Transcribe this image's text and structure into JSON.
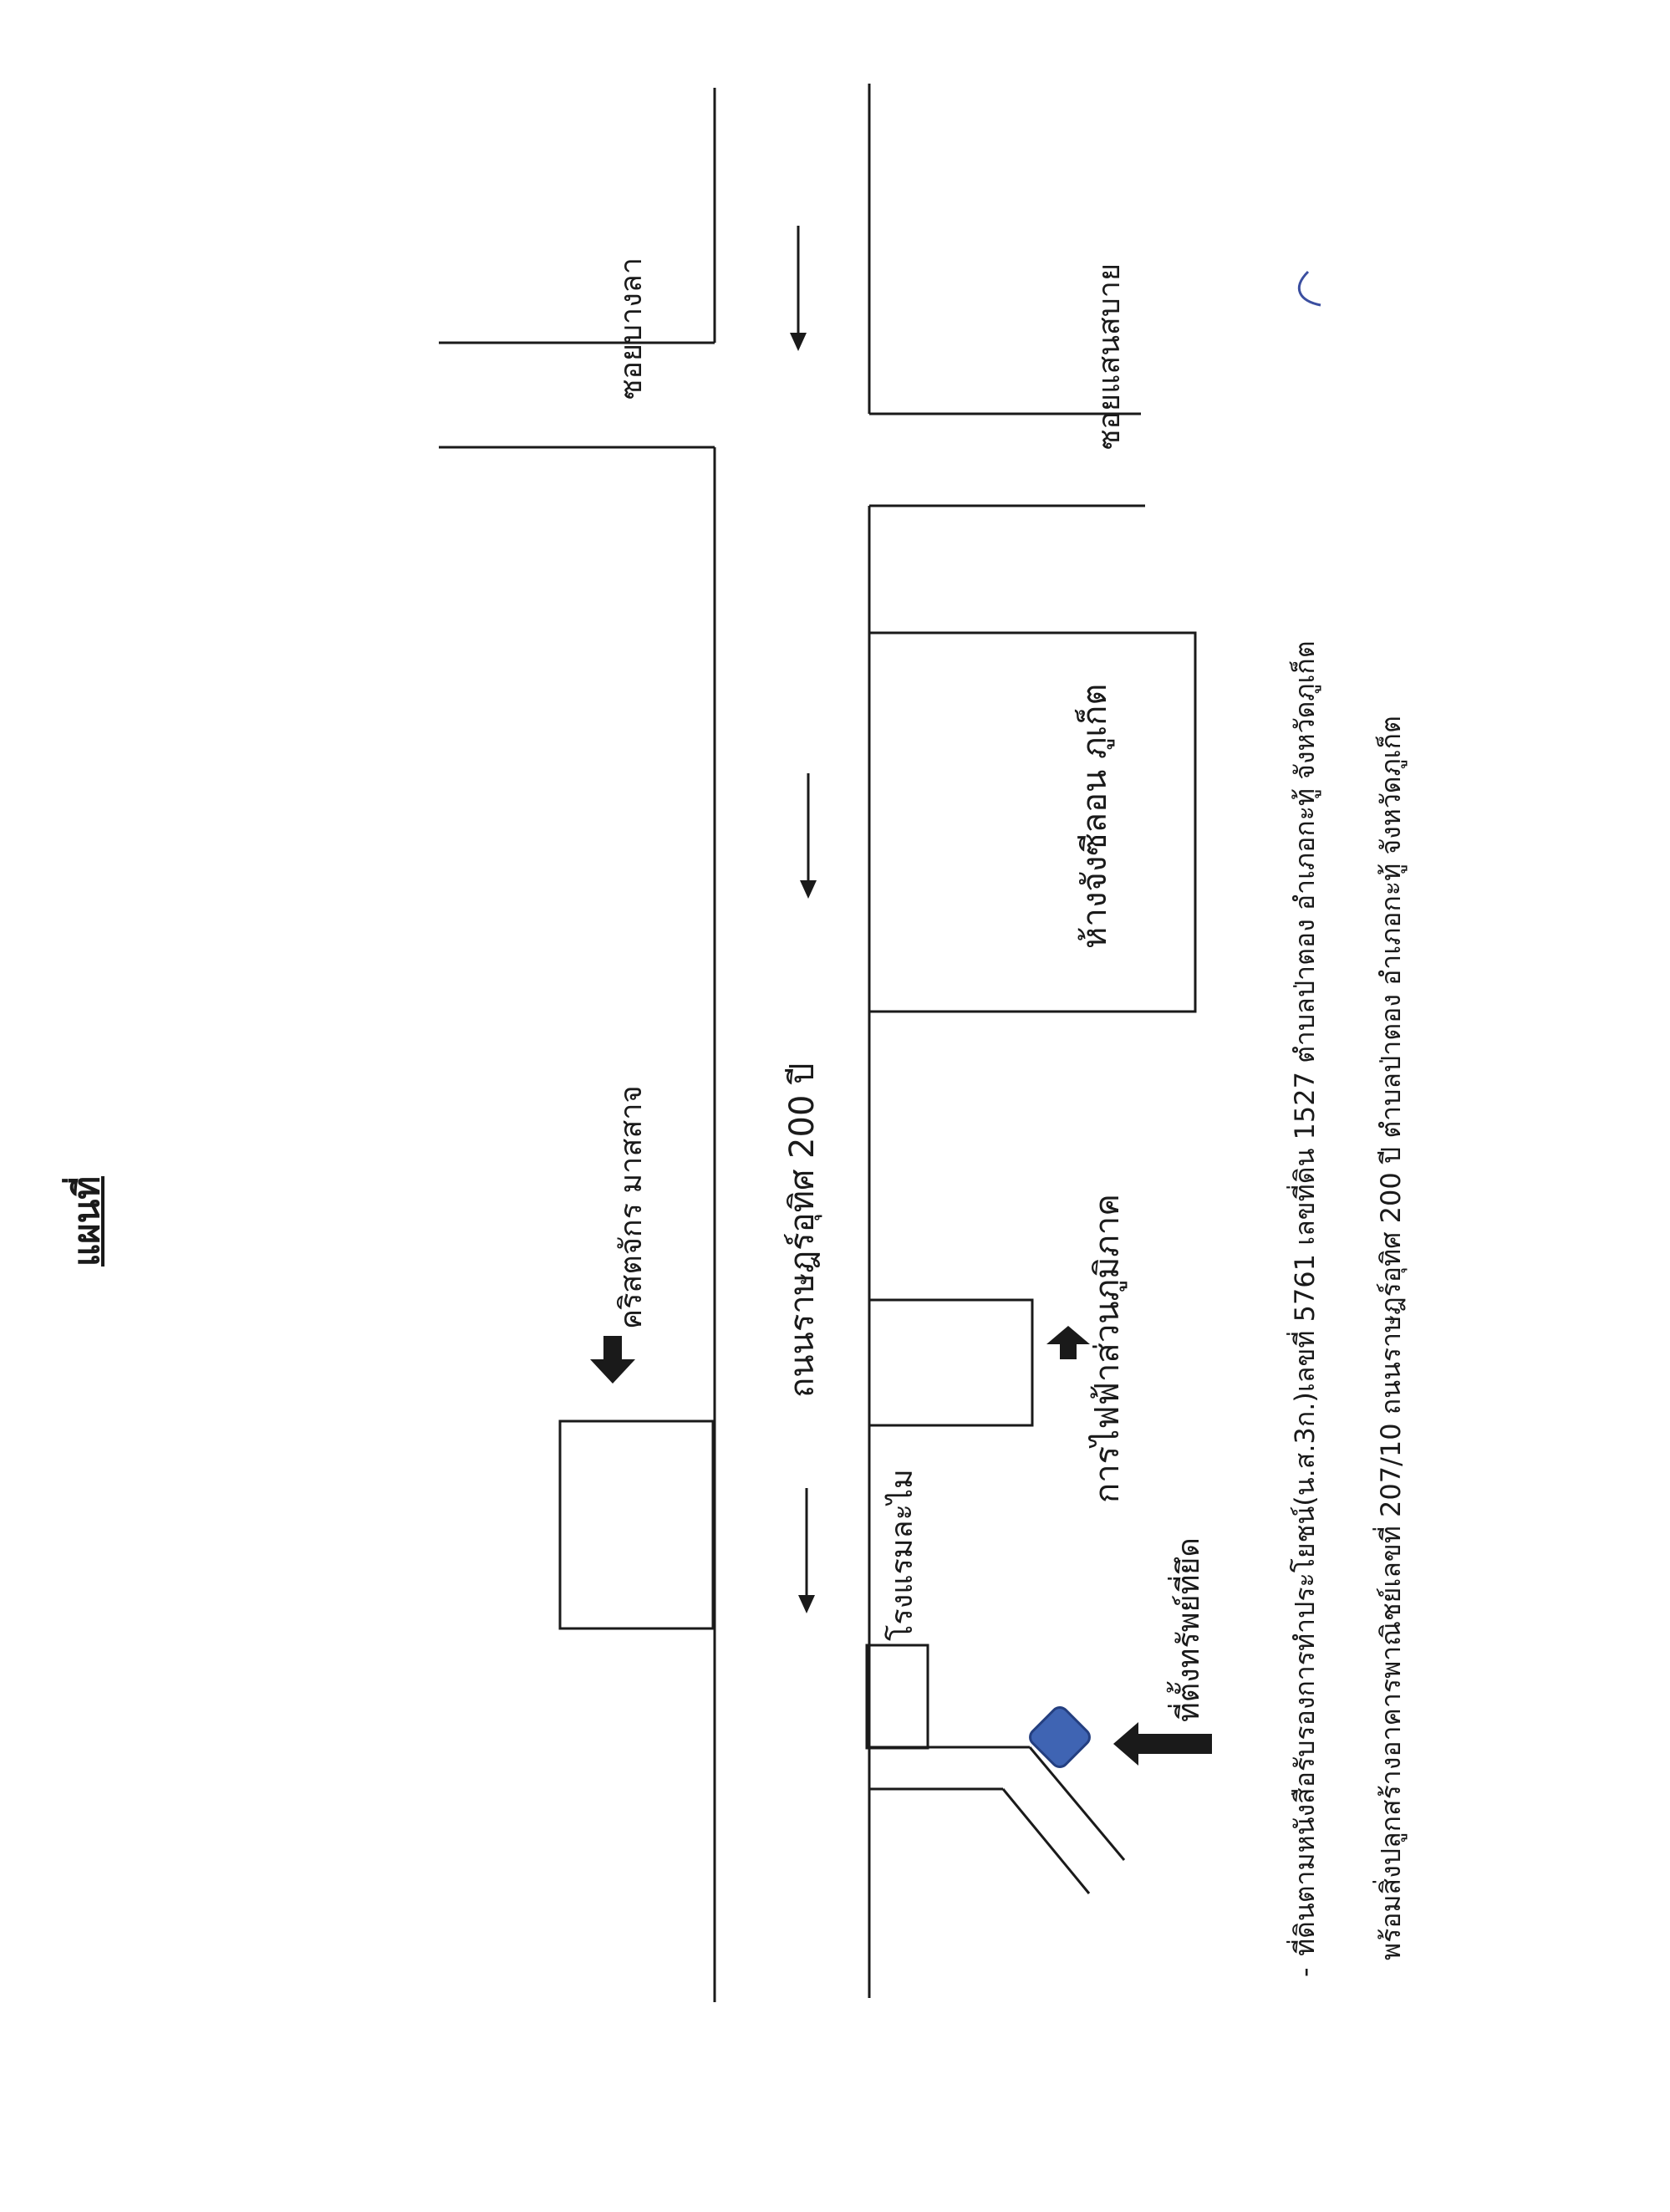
{
  "map": {
    "title": "แผนที่",
    "main_road": "ถนนราษฎร์อุทิศ 200 ปี",
    "soi_left": "ซอยบางลา",
    "soi_right": "ซอยแสนสบาย",
    "mall": "ห้างจังซีลอน ภูเก็ต",
    "church": "คริสตจักร มาสสาจ",
    "electricity": "การไฟฟ้าส่วนภูมิภาค",
    "hotel": "โรงแรมละไม",
    "property": "ที่ตั้งทรัพย์ที่ยึด",
    "note_bullet": "-",
    "note_line1": "ที่ดินตามหนังสือรับรองการทำประโยชน์(น.ส.3ก.)เลขที่ 5761 เลขที่ดิน 1527 ตำบลป่าตอง อำเภอกะทู้ จังหวัดภูเก็ต",
    "note_line2": "พร้อมสิ่งปลูกสร้างอาคารพาณิชย์เลขที่ 207/10 ถนนราษฎร์อุทิศ 200 ปี ตำบลป่าตอง อำเภอกะทู้ จังหวัดภูเก็ต"
  },
  "colors": {
    "line": "#1a1a1a",
    "marker": "#3f64b3",
    "marker_edge": "#243f80",
    "pen_mark": "#3b4fa0"
  },
  "icons": {
    "arrow": "arrow-down-icon",
    "marker": "property-marker-icon"
  }
}
